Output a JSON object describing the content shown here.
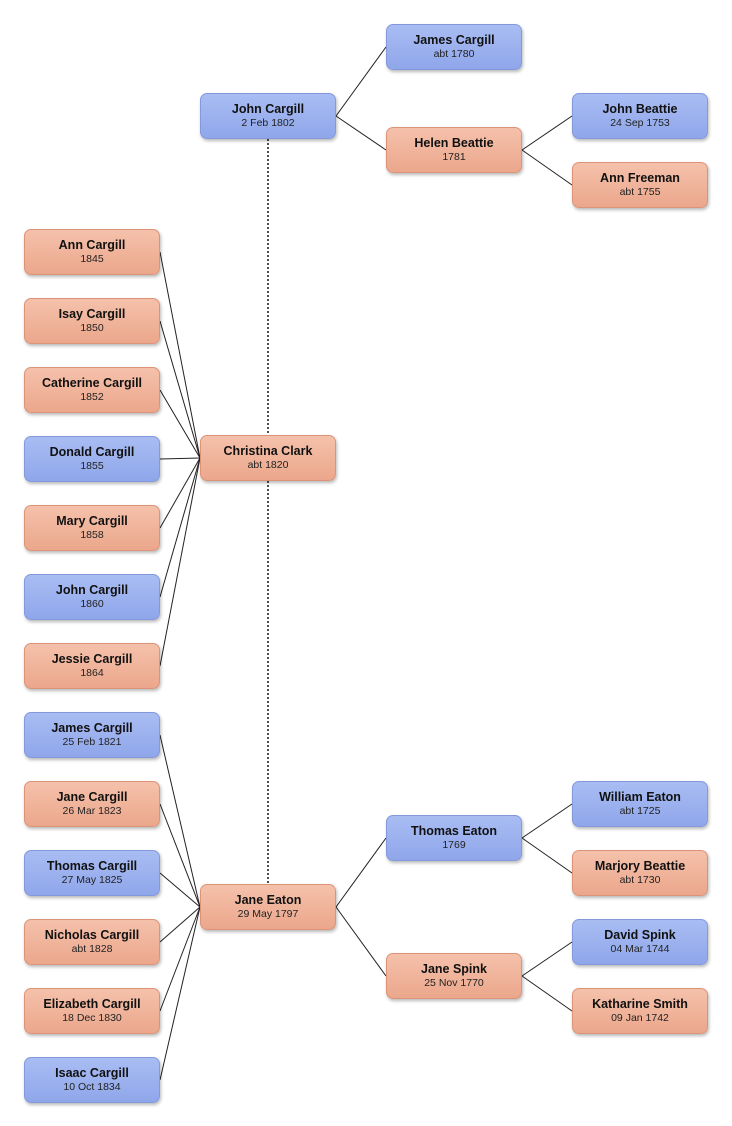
{
  "people": {
    "john_cargill_1802": {
      "name": "John Cargill",
      "date": "2 Feb 1802",
      "sex": "m"
    },
    "james_cargill_1780": {
      "name": "James Cargill",
      "date": "abt 1780",
      "sex": "m"
    },
    "helen_beattie": {
      "name": "Helen Beattie",
      "date": "1781",
      "sex": "f"
    },
    "john_beattie": {
      "name": "John Beattie",
      "date": "24 Sep 1753",
      "sex": "m"
    },
    "ann_freeman": {
      "name": "Ann Freeman",
      "date": "abt 1755",
      "sex": "f"
    },
    "ann_cargill": {
      "name": "Ann Cargill",
      "date": "1845",
      "sex": "f"
    },
    "isay_cargill": {
      "name": "Isay Cargill",
      "date": "1850",
      "sex": "f"
    },
    "catherine_cargill": {
      "name": "Catherine Cargill",
      "date": "1852",
      "sex": "f"
    },
    "donald_cargill": {
      "name": "Donald Cargill",
      "date": "1855",
      "sex": "m"
    },
    "mary_cargill": {
      "name": "Mary Cargill",
      "date": "1858",
      "sex": "f"
    },
    "john_cargill_1860": {
      "name": "John Cargill",
      "date": "1860",
      "sex": "m"
    },
    "jessie_cargill": {
      "name": "Jessie Cargill",
      "date": "1864",
      "sex": "f"
    },
    "christina_clark": {
      "name": "Christina Clark",
      "date": "abt 1820",
      "sex": "f"
    },
    "james_cargill_1821": {
      "name": "James Cargill",
      "date": "25 Feb 1821",
      "sex": "m"
    },
    "jane_cargill": {
      "name": "Jane Cargill",
      "date": "26 Mar 1823",
      "sex": "f"
    },
    "thomas_cargill": {
      "name": "Thomas Cargill",
      "date": "27 May 1825",
      "sex": "m"
    },
    "nicholas_cargill": {
      "name": "Nicholas Cargill",
      "date": "abt 1828",
      "sex": "f"
    },
    "elizabeth_cargill": {
      "name": "Elizabeth Cargill",
      "date": "18 Dec 1830",
      "sex": "f"
    },
    "isaac_cargill": {
      "name": "Isaac Cargill",
      "date": "10 Oct 1834",
      "sex": "m"
    },
    "jane_eaton": {
      "name": "Jane Eaton",
      "date": "29 May 1797",
      "sex": "f"
    },
    "thomas_eaton": {
      "name": "Thomas Eaton",
      "date": "1769",
      "sex": "m"
    },
    "jane_spink": {
      "name": "Jane Spink",
      "date": "25 Nov 1770",
      "sex": "f"
    },
    "william_eaton": {
      "name": "William Eaton",
      "date": "abt 1725",
      "sex": "m"
    },
    "marjory_beattie": {
      "name": "Marjory Beattie",
      "date": "abt 1730",
      "sex": "f"
    },
    "david_spink": {
      "name": "David Spink",
      "date": "04 Mar 1744",
      "sex": "m"
    },
    "katharine_smith": {
      "name": "Katharine Smith",
      "date": "09 Jan 1742",
      "sex": "f"
    }
  },
  "relations": {
    "parents": [
      {
        "child": "john_cargill_1802",
        "father": "james_cargill_1780",
        "mother": "helen_beattie"
      },
      {
        "child": "helen_beattie",
        "father": "john_beattie",
        "mother": "ann_freeman"
      },
      {
        "child": "jane_eaton",
        "father": "thomas_eaton",
        "mother": "jane_spink"
      },
      {
        "child": "thomas_eaton",
        "father": "william_eaton",
        "mother": "marjory_beattie"
      },
      {
        "child": "jane_spink",
        "father": "david_spink",
        "mother": "katharine_smith"
      }
    ],
    "children": [
      {
        "parent": "christina_clark",
        "kids": [
          "ann_cargill",
          "isay_cargill",
          "catherine_cargill",
          "donald_cargill",
          "mary_cargill",
          "john_cargill_1860",
          "jessie_cargill"
        ]
      },
      {
        "parent": "jane_eaton",
        "kids": [
          "james_cargill_1821",
          "jane_cargill",
          "thomas_cargill",
          "nicholas_cargill",
          "elizabeth_cargill",
          "isaac_cargill"
        ]
      }
    ],
    "spouses": [
      {
        "of": "john_cargill_1802",
        "partners": [
          "christina_clark",
          "jane_eaton"
        ]
      }
    ]
  },
  "colors": {
    "male": "#98adee",
    "female": "#f0b398",
    "line": "#222222"
  }
}
